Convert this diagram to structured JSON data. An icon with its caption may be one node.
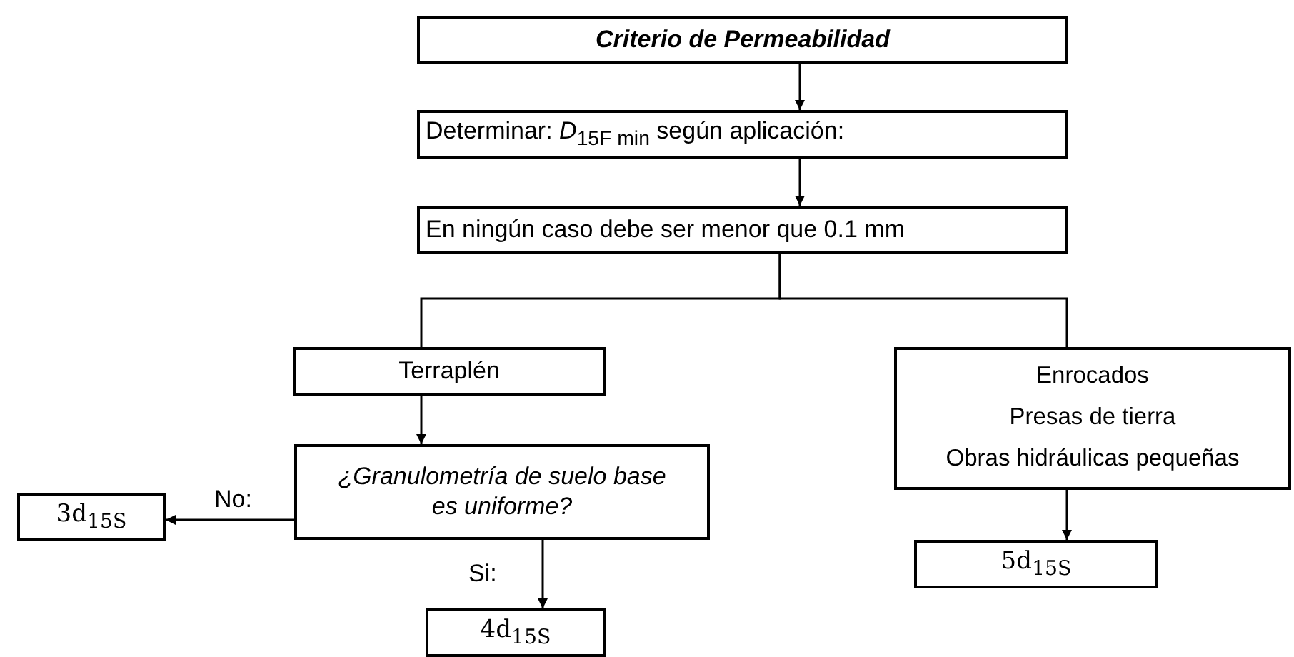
{
  "diagram": {
    "nodes": [
      {
        "text": [
          "Criterio de Permeabilidad"
        ]
      },
      {
        "text": [
          "Determinar: *D*$_{15F min}$ según aplicación:"
        ]
      },
      {
        "text": [
          "En ningún caso debe ser menor que 0.1 mm"
        ]
      },
      {
        "text": [
          "Terraplén"
        ]
      },
      {
        "text": [
          "Enrocados",
          "Presas de tierra",
          "Obras hidráulicas pequeñas"
        ]
      },
      {
        "text": [
          "¿Granulometría de suelo base es uniforme?"
        ]
      },
      {
        "text": [
          "3d$_{15S}$"
        ]
      },
      {
        "text": [
          "4d$_{15S}$"
        ]
      },
      {
        "text": [
          "5d$_{15S}$"
        ]
      }
    ],
    "edges": [
      {
        "from": 0,
        "to": 1,
        "arrow": "to"
      },
      {
        "from": 1,
        "to": 2,
        "arrow": "to"
      },
      {
        "from": 2,
        "to": 3,
        "arrow": "none"
      },
      {
        "from": 2,
        "to": 4,
        "arrow": "none"
      },
      {
        "from": 3,
        "to": 5,
        "arrow": "to"
      },
      {
        "from": 5,
        "to": 6,
        "arrow": "to",
        "label": "No:"
      },
      {
        "from": 5,
        "to": 7,
        "arrow": "to",
        "label": "Si:"
      },
      {
        "from": 4,
        "to": 8,
        "arrow": "to"
      }
    ]
  }
}
